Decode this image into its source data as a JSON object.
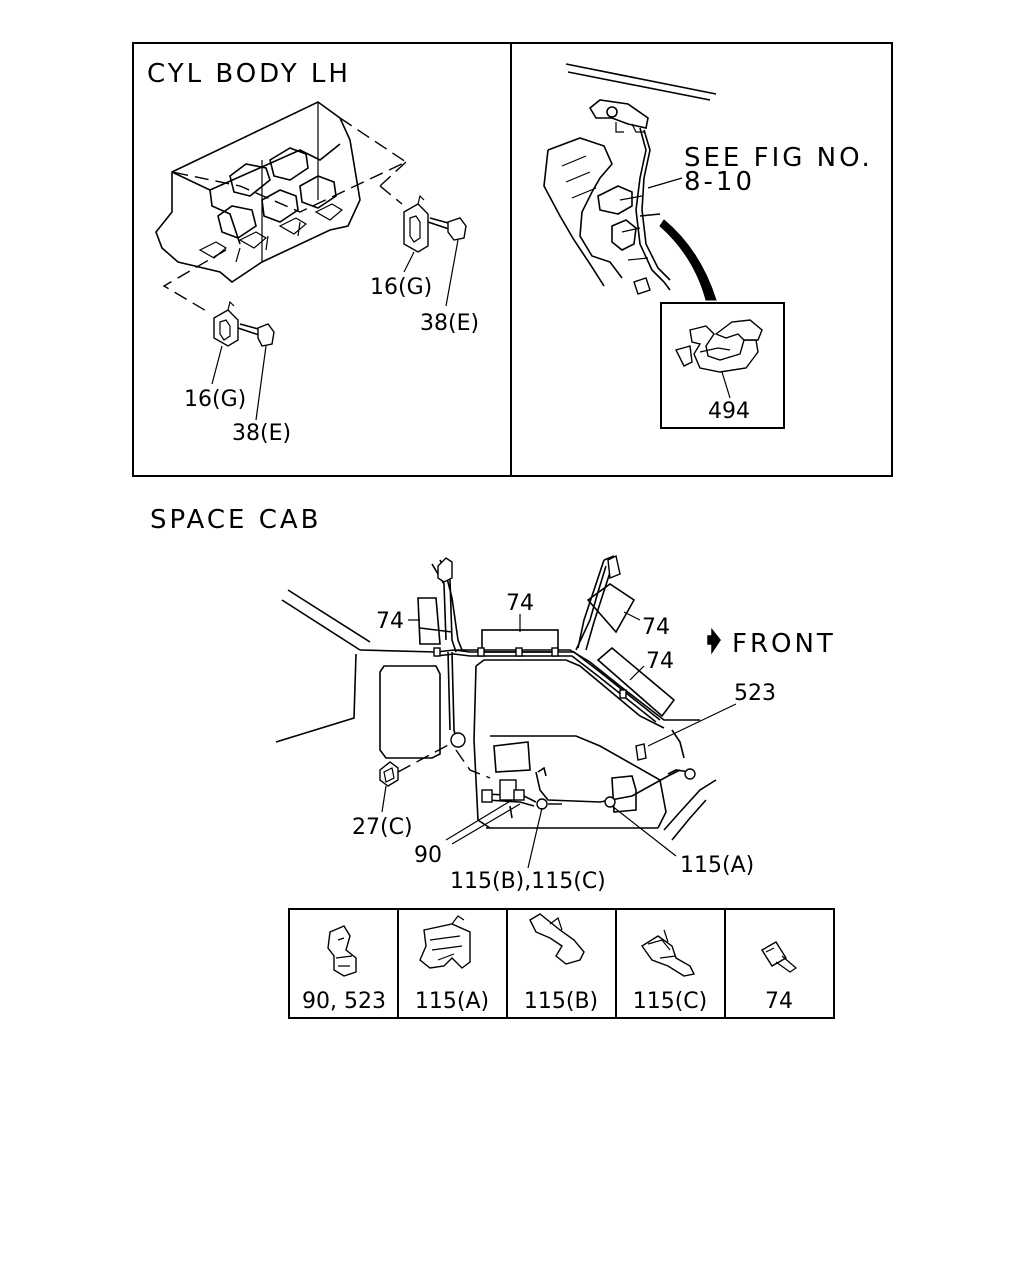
{
  "top_left_panel": {
    "title": "CYL BODY LH",
    "labels": {
      "clip_upper": "16(G)",
      "bolt_upper": "38(E)",
      "clip_lower": "16(G)",
      "bolt_lower": "38(E)"
    }
  },
  "top_right_panel": {
    "see_fig_line1": "SEE FIG NO.",
    "see_fig_line2": "8-10",
    "inset_label": "494"
  },
  "space_cab": {
    "title": "SPACE CAB",
    "front_label": "FRONT",
    "labels": {
      "p74_left": "74",
      "p74_top": "74",
      "p74_right_upper": "74",
      "p74_right_lower": "74",
      "p523": "523",
      "p27c": "27(C)",
      "p90": "90",
      "p115bc": "115(B),115(C)",
      "p115a": "115(A)"
    }
  },
  "legend": {
    "cells": [
      {
        "label": "90, 523",
        "icon": "clip-90-523-icon"
      },
      {
        "label": "115(A)",
        "icon": "clamp-115a-icon"
      },
      {
        "label": "115(B)",
        "icon": "band-115b-icon"
      },
      {
        "label": "115(C)",
        "icon": "band-115c-icon"
      },
      {
        "label": "74",
        "icon": "tape-74-icon"
      }
    ]
  }
}
